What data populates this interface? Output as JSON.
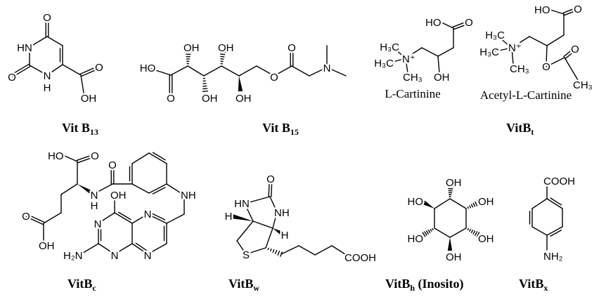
{
  "molecules": {
    "b13": {
      "labels": [
        "O",
        "HN",
        "N",
        "H",
        "O",
        "O",
        "OH"
      ],
      "caption": {
        "main": "Vit B",
        "sub": "13"
      }
    },
    "b15": {
      "labels": [
        "HO",
        "O",
        "OH",
        "OH",
        "OH",
        "OH",
        "O",
        "O",
        "N"
      ],
      "caption": {
        "main": "Vit B",
        "sub": "15"
      }
    },
    "carnitine": {
      "labels": [
        "HO",
        "O",
        "H₃C",
        "N⁺",
        "H₃C",
        "CH₃",
        "OH"
      ],
      "name": "L-Cartinine"
    },
    "acetyl": {
      "labels": [
        "HO",
        "O",
        "H₃C",
        "N⁺",
        "H₃C",
        "CH₃",
        "O",
        "O",
        "CH₃"
      ],
      "name": "Acetyl-L-Cartinine"
    },
    "bt": {
      "caption": {
        "main": "VitB",
        "sub": "t"
      }
    },
    "bc": {
      "labels": [
        "HO",
        "O",
        "N",
        "H",
        "O",
        "OH",
        "NH",
        "O",
        "OH",
        "N",
        "N",
        "H₂N",
        "N",
        "N"
      ],
      "caption": {
        "main": "VitB",
        "sub": "c"
      }
    },
    "bw": {
      "labels": [
        "O",
        "HN",
        "NH",
        "H",
        "H",
        "S",
        "COOH"
      ],
      "caption": {
        "main": "VitB",
        "sub": "w"
      }
    },
    "bh": {
      "labels": [
        "OH",
        "HO",
        "OH",
        "HO",
        "OH",
        "OH"
      ],
      "caption": {
        "main": "VitB",
        "sub": "h",
        "suffix": " (Inosito)"
      }
    },
    "bx": {
      "labels": [
        "COOH",
        "NH₂"
      ],
      "caption": {
        "main": "VitB",
        "sub": "x"
      }
    }
  }
}
